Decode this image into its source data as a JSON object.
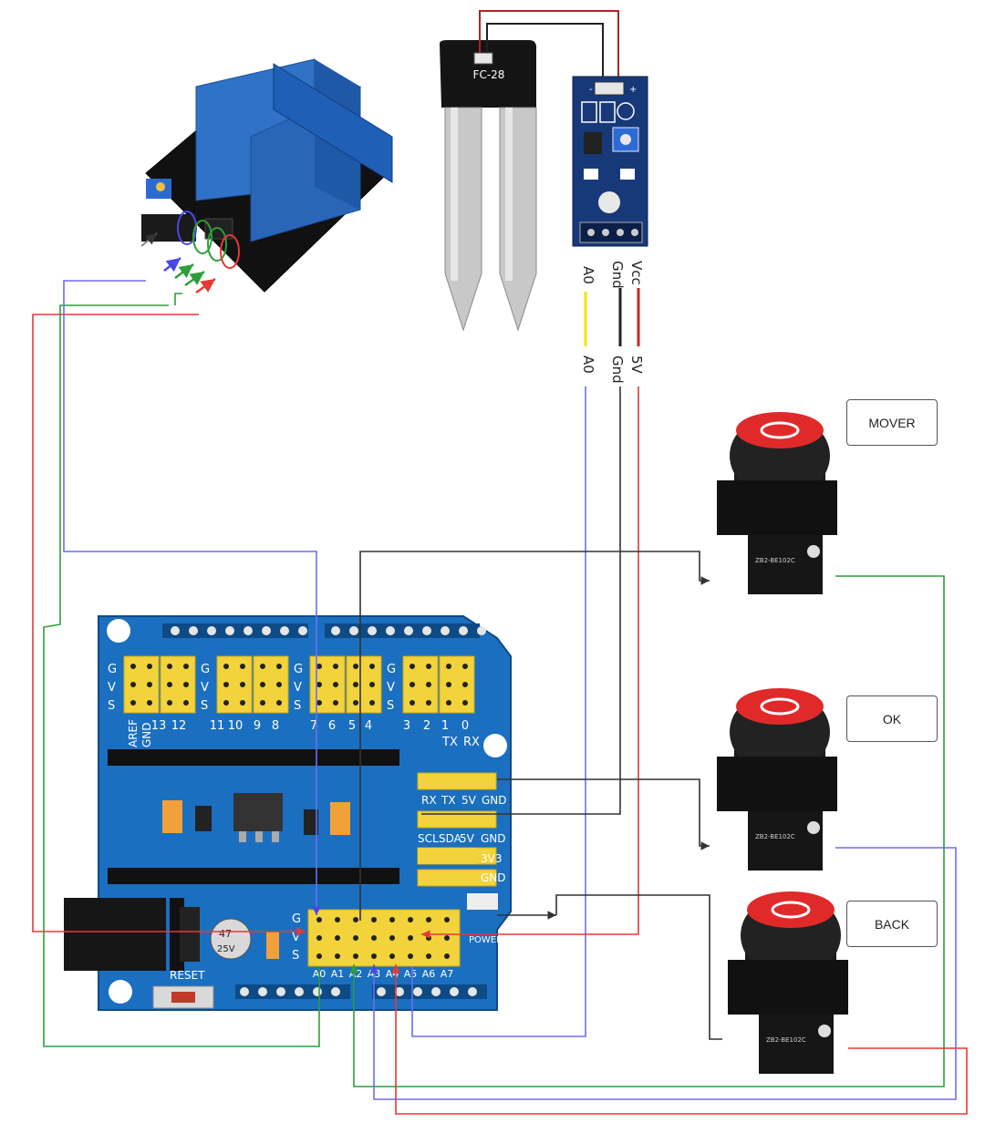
{
  "sensor": {
    "model": "FC-28",
    "module_pins": [
      "A0",
      "Gnd",
      "Vcc"
    ],
    "wire_labels": [
      "A0",
      "Gnd",
      "5V"
    ]
  },
  "buttons": [
    {
      "label": "MOVER",
      "part": "ZB2-BE102C"
    },
    {
      "label": "OK",
      "part": "ZB2-BE102C"
    },
    {
      "label": "BACK",
      "part": "ZB2-BE102C"
    }
  ],
  "shield": {
    "row_letters": [
      "G",
      "V",
      "S"
    ],
    "digital_labels": [
      "13",
      "12",
      "11",
      "10",
      "9",
      "8",
      "7",
      "6",
      "5",
      "4",
      "3",
      "2",
      "1",
      "0"
    ],
    "aref": "AREF",
    "gnd": "GND",
    "txrx": [
      "TX",
      "RX"
    ],
    "uart_header": [
      "RX",
      "TX",
      "5V",
      "GND"
    ],
    "i2c_header": [
      "SCL",
      "SDA",
      "5V",
      "GND"
    ],
    "header_3v3": "3V3",
    "header_gnd": "GND",
    "analog_labels": [
      "A0",
      "A1",
      "A2",
      "A3",
      "A4",
      "A5",
      "A6",
      "A7"
    ],
    "power": "POWER",
    "reset": "RESET",
    "capacitor": [
      "47",
      "25V"
    ]
  },
  "colors": {
    "wire_red": "#e53935",
    "wire_green": "#2e9e3a",
    "wire_blue": "#6b6ff0",
    "wire_black": "#333333",
    "wire_yellow": "#f2e600",
    "board_blue": "#1b6fc0",
    "header_yellow": "#f2d33c",
    "relay_blue": "#2f72c7",
    "button_red": "#e02a2a"
  }
}
